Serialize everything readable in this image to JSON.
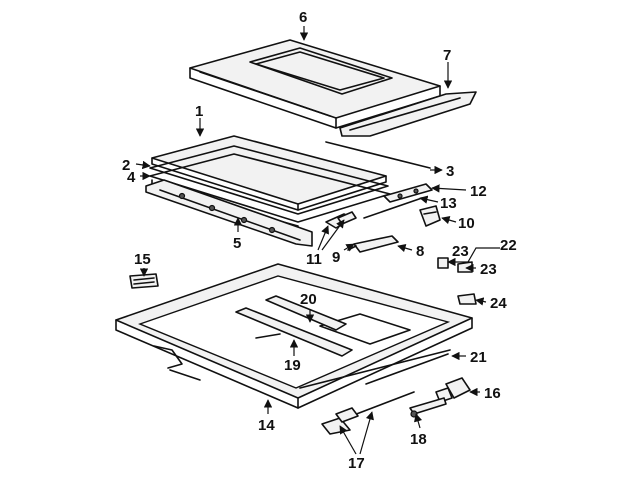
{
  "callouts": {
    "c1": "1",
    "c2": "2",
    "c3": "3",
    "c4": "4",
    "c5": "5",
    "c6": "6",
    "c7": "7",
    "c8": "8",
    "c9": "9",
    "c10": "10",
    "c11": "11",
    "c12": "12",
    "c13": "13",
    "c14": "14",
    "c15": "15",
    "c16": "16",
    "c17": "17",
    "c18": "18",
    "c19": "19",
    "c20": "20",
    "c21": "21",
    "c22": "22",
    "c23a": "23",
    "c23b": "23",
    "c24": "24"
  }
}
